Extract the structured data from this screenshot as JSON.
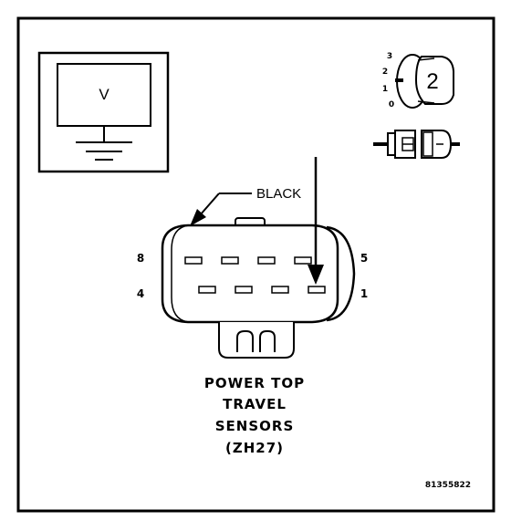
{
  "meter": {
    "display_symbol": "V"
  },
  "ignition_switch": {
    "position_labels": [
      "3",
      "2",
      "1",
      "0"
    ],
    "selected_position": "2"
  },
  "wire_label": "BLACK",
  "connector": {
    "pin_labels_left": [
      "8",
      "4"
    ],
    "pin_labels_right": [
      "5",
      "1"
    ],
    "probe_target_pin": "1"
  },
  "caption": {
    "line1": "POWER TOP",
    "line2": "TRAVEL",
    "line3": "SENSORS",
    "line4": "(ZH27)"
  },
  "figure_id": "81355822"
}
